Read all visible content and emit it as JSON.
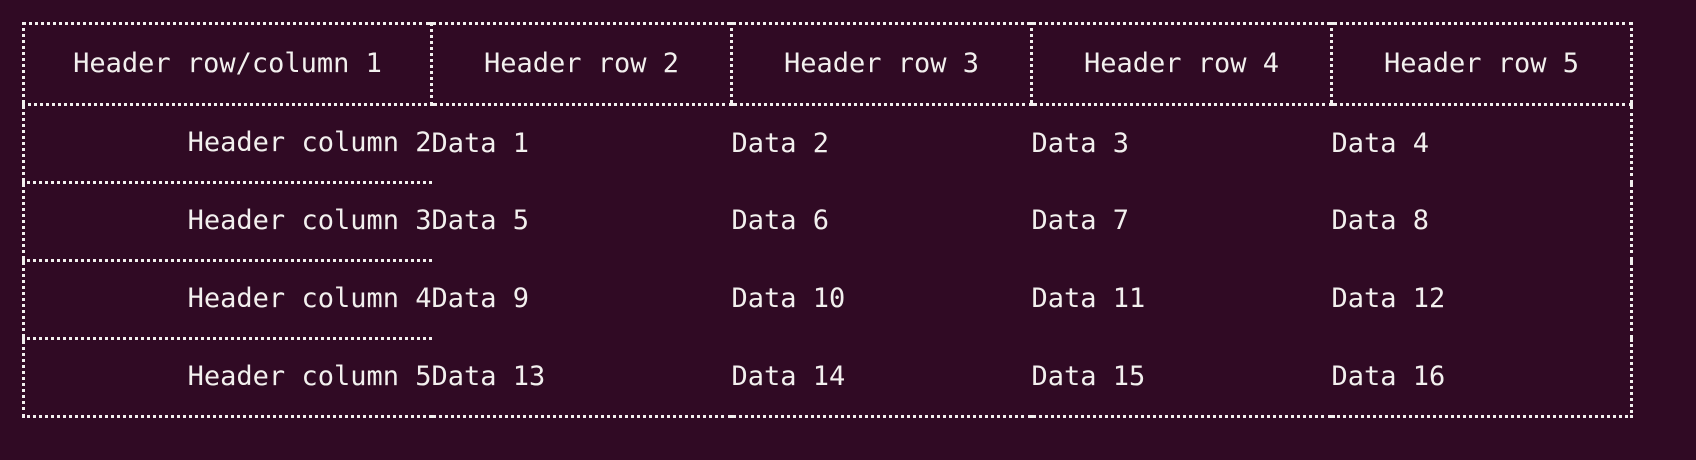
{
  "theme": {
    "background": "#300a24",
    "foreground": "#f2f0ee",
    "border_color": "#f2f0ee",
    "border_style": "dotted"
  },
  "table": {
    "corner_header": "Header row/column 1",
    "column_headers": [
      "Header row 2",
      "Header row 3",
      "Header row 4",
      "Header row 5"
    ],
    "row_headers": [
      "Header column 2",
      "Header column 3",
      "Header column 4",
      "Header column 5"
    ],
    "rows": [
      [
        "Data 1",
        "Data 2",
        "Data 3",
        "Data 4"
      ],
      [
        "Data 5",
        "Data 6",
        "Data 7",
        "Data 8"
      ],
      [
        "Data 9",
        "Data 10",
        "Data 11",
        "Data 12"
      ],
      [
        "Data 13",
        "Data 14",
        "Data 15",
        "Data 16"
      ]
    ]
  }
}
